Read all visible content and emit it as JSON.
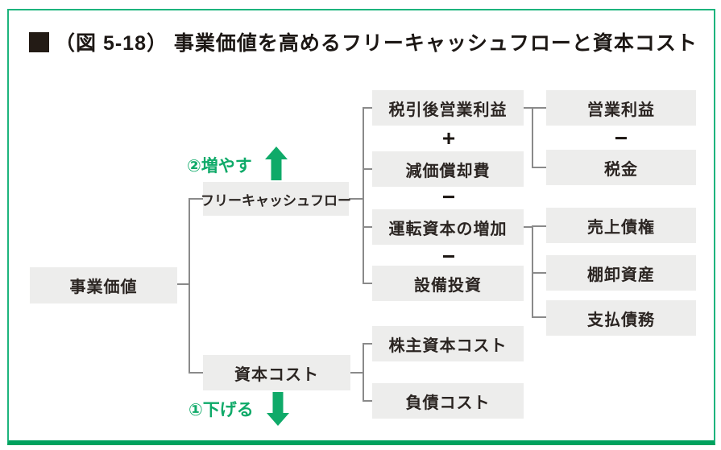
{
  "figure": {
    "bullet": "■",
    "title": "（図 5-18） 事業価値を高めるフリーキャッシュフローと資本コスト"
  },
  "annotations": {
    "increase": "②増やす",
    "decrease": "①下げる"
  },
  "operators": {
    "plus": "+",
    "minus": "−"
  },
  "nodes": {
    "business_value": "事業価値",
    "free_cash_flow": "フリーキャッシュフロー",
    "capital_cost": "資本コスト",
    "nopat": "税引後営業利益",
    "depreciation": "減価償却費",
    "working_capital_increase": "運転資本の増加",
    "capex": "設備投資",
    "equity_cost": "株主資本コスト",
    "debt_cost": "負債コスト",
    "operating_profit": "営業利益",
    "tax": "税金",
    "receivables": "売上債権",
    "inventory": "棚卸資産",
    "payables": "支払債務"
  },
  "colors": {
    "frame_green": "#1db47d",
    "bottom_line_green": "#00a25e",
    "accent_green": "#0faa69",
    "box_gray": "#ededec",
    "connector_gray": "#8a8a8a",
    "text_black": "#2b2522"
  }
}
